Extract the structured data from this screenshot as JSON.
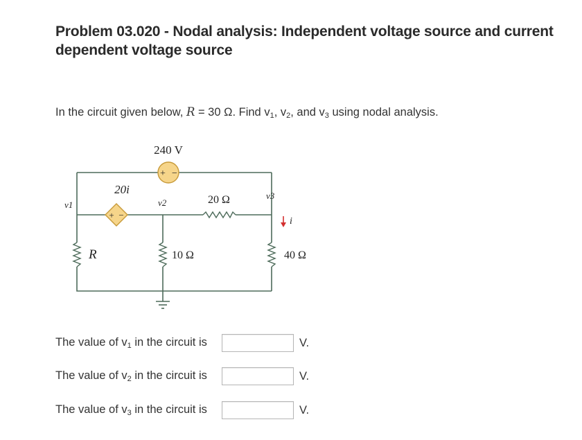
{
  "problem": {
    "title": "Problem 03.020 - Nodal analysis: Independent voltage source and current dependent voltage source",
    "prompt_pre": "In the circuit given below, ",
    "r_symbol": "R",
    "prompt_eq": " = 30 Ω. Find ",
    "prompt_post": " using nodal analysis.",
    "v1_base": "v",
    "v1_sub": "1",
    "v2_base": "v",
    "v2_sub": "2",
    "v3_base": "v",
    "v3_sub": "3",
    "sep1": ", ",
    "sep2": ", and "
  },
  "circuit": {
    "source_label": "240 V",
    "source_plus": "+",
    "source_minus": "−",
    "dep_label": "20i",
    "dep_plus": "+",
    "dep_minus": "−",
    "node_v1": "v1",
    "node_v2": "v2",
    "node_v3": "v3",
    "r_label": "R",
    "r20_label": "20 Ω",
    "r10_label": "10 Ω",
    "r40_label": "40 Ω",
    "i_label": "i",
    "colors": {
      "wire": "#4d6b5a",
      "source_fill": "#f6d58a",
      "arrow": "#d32f2f"
    }
  },
  "answers": [
    {
      "label_pre": "The value of ",
      "base": "v",
      "sub": "1",
      "label_post": " in the circuit is",
      "value": "",
      "unit": "V."
    },
    {
      "label_pre": "The value of ",
      "base": "v",
      "sub": "2",
      "label_post": " in the circuit is",
      "value": "",
      "unit": "V."
    },
    {
      "label_pre": "The value of ",
      "base": "v",
      "sub": "3",
      "label_post": " in the circuit is",
      "value": "",
      "unit": "V."
    }
  ]
}
